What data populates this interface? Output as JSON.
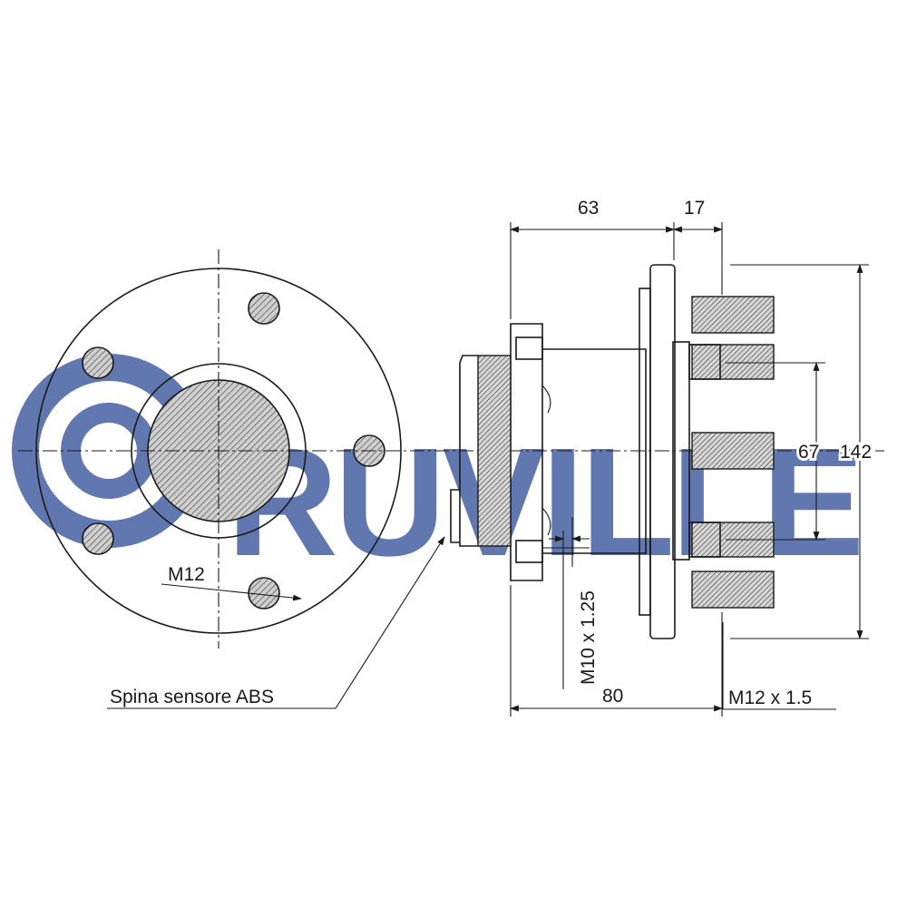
{
  "watermark": {
    "text": "RUVILLE",
    "color": "#3f5a9e"
  },
  "labels": {
    "dim_63": "63",
    "dim_17": "17",
    "dim_67": "67",
    "dim_142": "142",
    "dim_80": "80",
    "thread_m12": "M12",
    "thread_m10": "M10 x 1.25",
    "thread_m12x15": "M12 x 1.5",
    "abs_sensor": "Spina sensore ABS"
  },
  "colors": {
    "line": "#1a1a1a",
    "watermark": "#3f5a9e",
    "hatch_fill": "#bdbdbd"
  }
}
